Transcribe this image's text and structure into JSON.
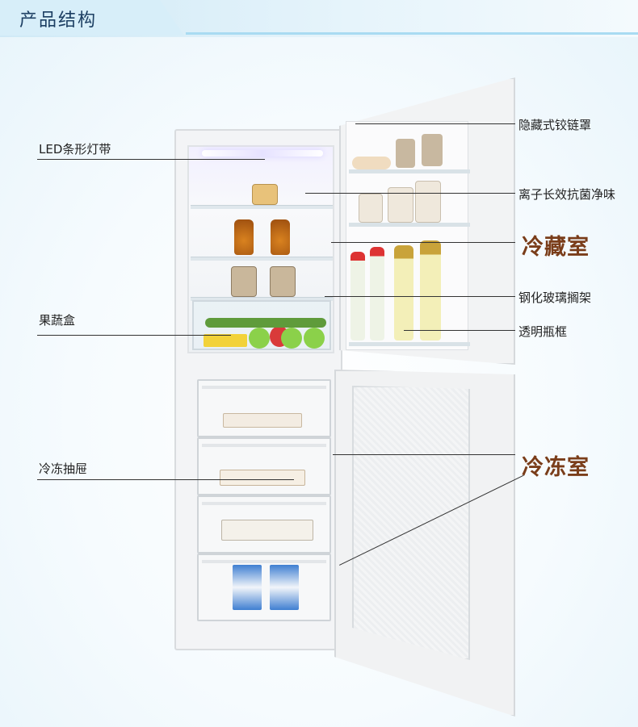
{
  "header": {
    "title": "产品结构"
  },
  "callouts": {
    "led": "LED条形灯带",
    "hinge": "隐藏式铰链罩",
    "ion": "离子长效抗菌净味",
    "fridge_section": "冷藏室",
    "glass_shelf": "钢化玻璃搁架",
    "crisper": "果蔬盒",
    "bottle_rack": "透明瓶框",
    "freezer_drawer": "冷冻抽屉",
    "freezer_section": "冷冻室"
  },
  "colors": {
    "accent_label": "#7a3d1a",
    "header_band": "#d7eef9",
    "header_line": "#a9dbf2"
  }
}
